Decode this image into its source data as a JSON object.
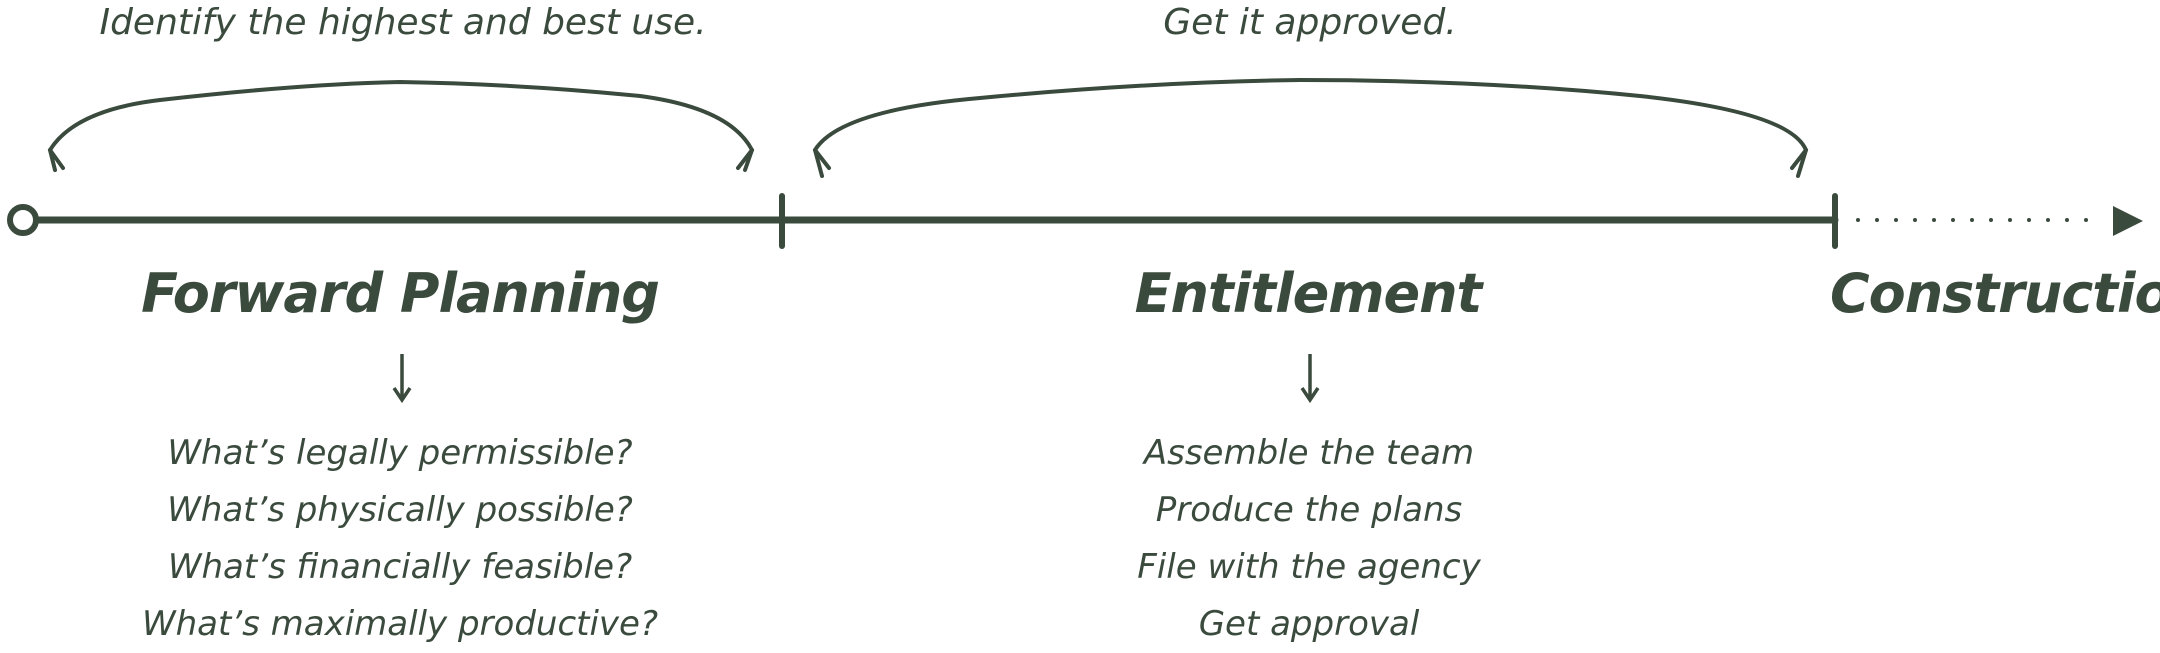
{
  "colors": {
    "ink": "#3a4a3d",
    "background": "#ffffff"
  },
  "captions": {
    "forward_planning": "Identify the highest and best use.",
    "entitlement": "Get it approved."
  },
  "stages": {
    "forward_planning": "Forward Planning",
    "entitlement": "Entitlement",
    "construction": "Construction"
  },
  "forward_planning_items": [
    "What’s legally permissible?",
    "What’s physically possible?",
    "What’s financially feasible?",
    "What’s maximally productive?"
  ],
  "entitlement_items": [
    "Assemble the team",
    "Produce the plans",
    "File with the agency",
    "Get approval"
  ],
  "icons": {
    "start": "open-circle-icon",
    "end": "arrowhead-icon",
    "down": "down-arrow-icon"
  }
}
